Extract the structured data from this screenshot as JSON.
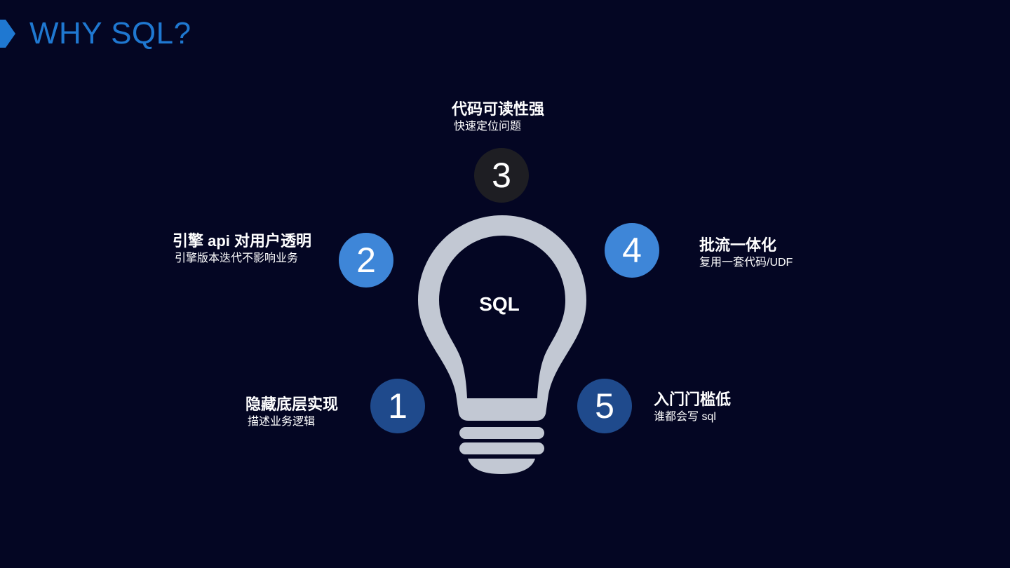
{
  "title": "WHY SQL?",
  "center_label": "SQL",
  "colors": {
    "background": "#040623",
    "title": "#1f78d1",
    "bulb": "#c2c8d3",
    "badge_dark": "#1e1e23",
    "badge_light": "#3e86d8",
    "badge_navy": "#1f4a8c"
  },
  "features": [
    {
      "number": "1",
      "heading": "隐藏底层实现",
      "sub": "描述业务逻辑"
    },
    {
      "number": "2",
      "heading": "引擎 api 对用户透明",
      "sub": "引擎版本迭代不影响业务"
    },
    {
      "number": "3",
      "heading": "代码可读性强",
      "sub": "快速定位问题"
    },
    {
      "number": "4",
      "heading": "批流一体化",
      "sub": "复用一套代码/UDF"
    },
    {
      "number": "5",
      "heading": "入门门槛低",
      "sub": "谁都会写 sql"
    }
  ]
}
